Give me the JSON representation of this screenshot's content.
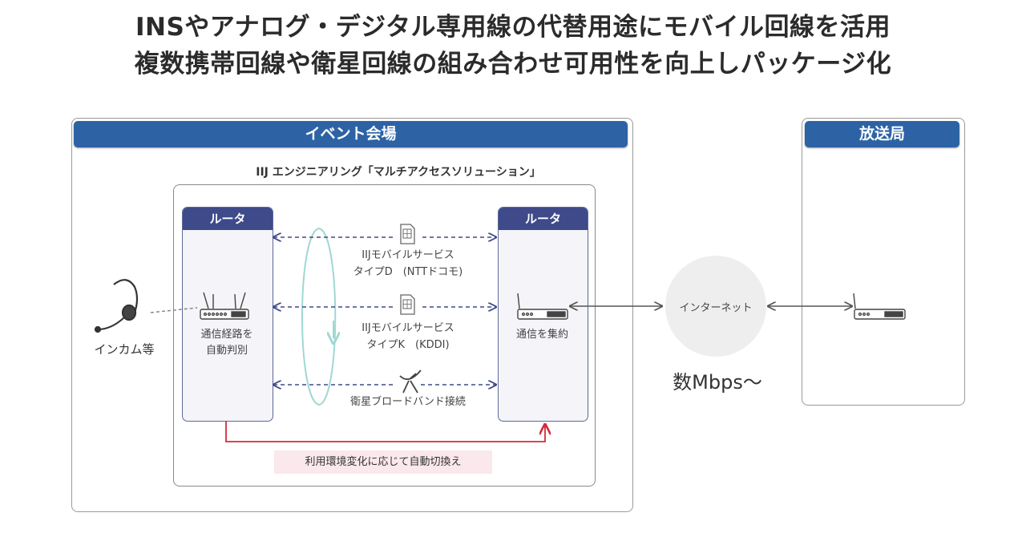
{
  "headline": {
    "line1": "INSやアナログ・デジタル専用線の代替用途にモバイル回線を活用",
    "line2": "複数携帯回線や衛星回線の組み合わせ可用性を向上しパッケージ化"
  },
  "event_venue": {
    "title": "イベント会場",
    "solution_title": "IIJ エンジニアリング「マルチアクセスソリューション」",
    "headset_label": "インカム等",
    "left_router": {
      "header": "ルータ",
      "caption_line1": "通信経路を",
      "caption_line2": "自動判別"
    },
    "right_router": {
      "header": "ルータ",
      "caption": "通信を集約"
    },
    "services": [
      {
        "line1": "IIJモバイルサービス",
        "line2": "タイプD　(NTTドコモ)",
        "icon": "sim-card-icon"
      },
      {
        "line1": "IIJモバイルサービス",
        "line2": "タイプK　(KDDI)",
        "icon": "sim-card-icon"
      },
      {
        "line1": "衛星ブロードバンド接続",
        "line2": "",
        "icon": "satellite-dish-icon"
      }
    ],
    "failover_label": "利用環境変化に応じて自動切換え"
  },
  "internet": {
    "label": "インターネット",
    "speed": "数Mbps〜"
  },
  "broadcast": {
    "title": "放送局"
  },
  "colors": {
    "banner_blue": "#2d63a5",
    "router_header": "#3e4a8a",
    "dashed_link": "#3e4a8a",
    "failover_red": "#d42a3c",
    "cycle_teal": "#9fd8d2",
    "internet_cloud": "#eeeeee",
    "failover_label_bg": "#fbe8ec"
  }
}
